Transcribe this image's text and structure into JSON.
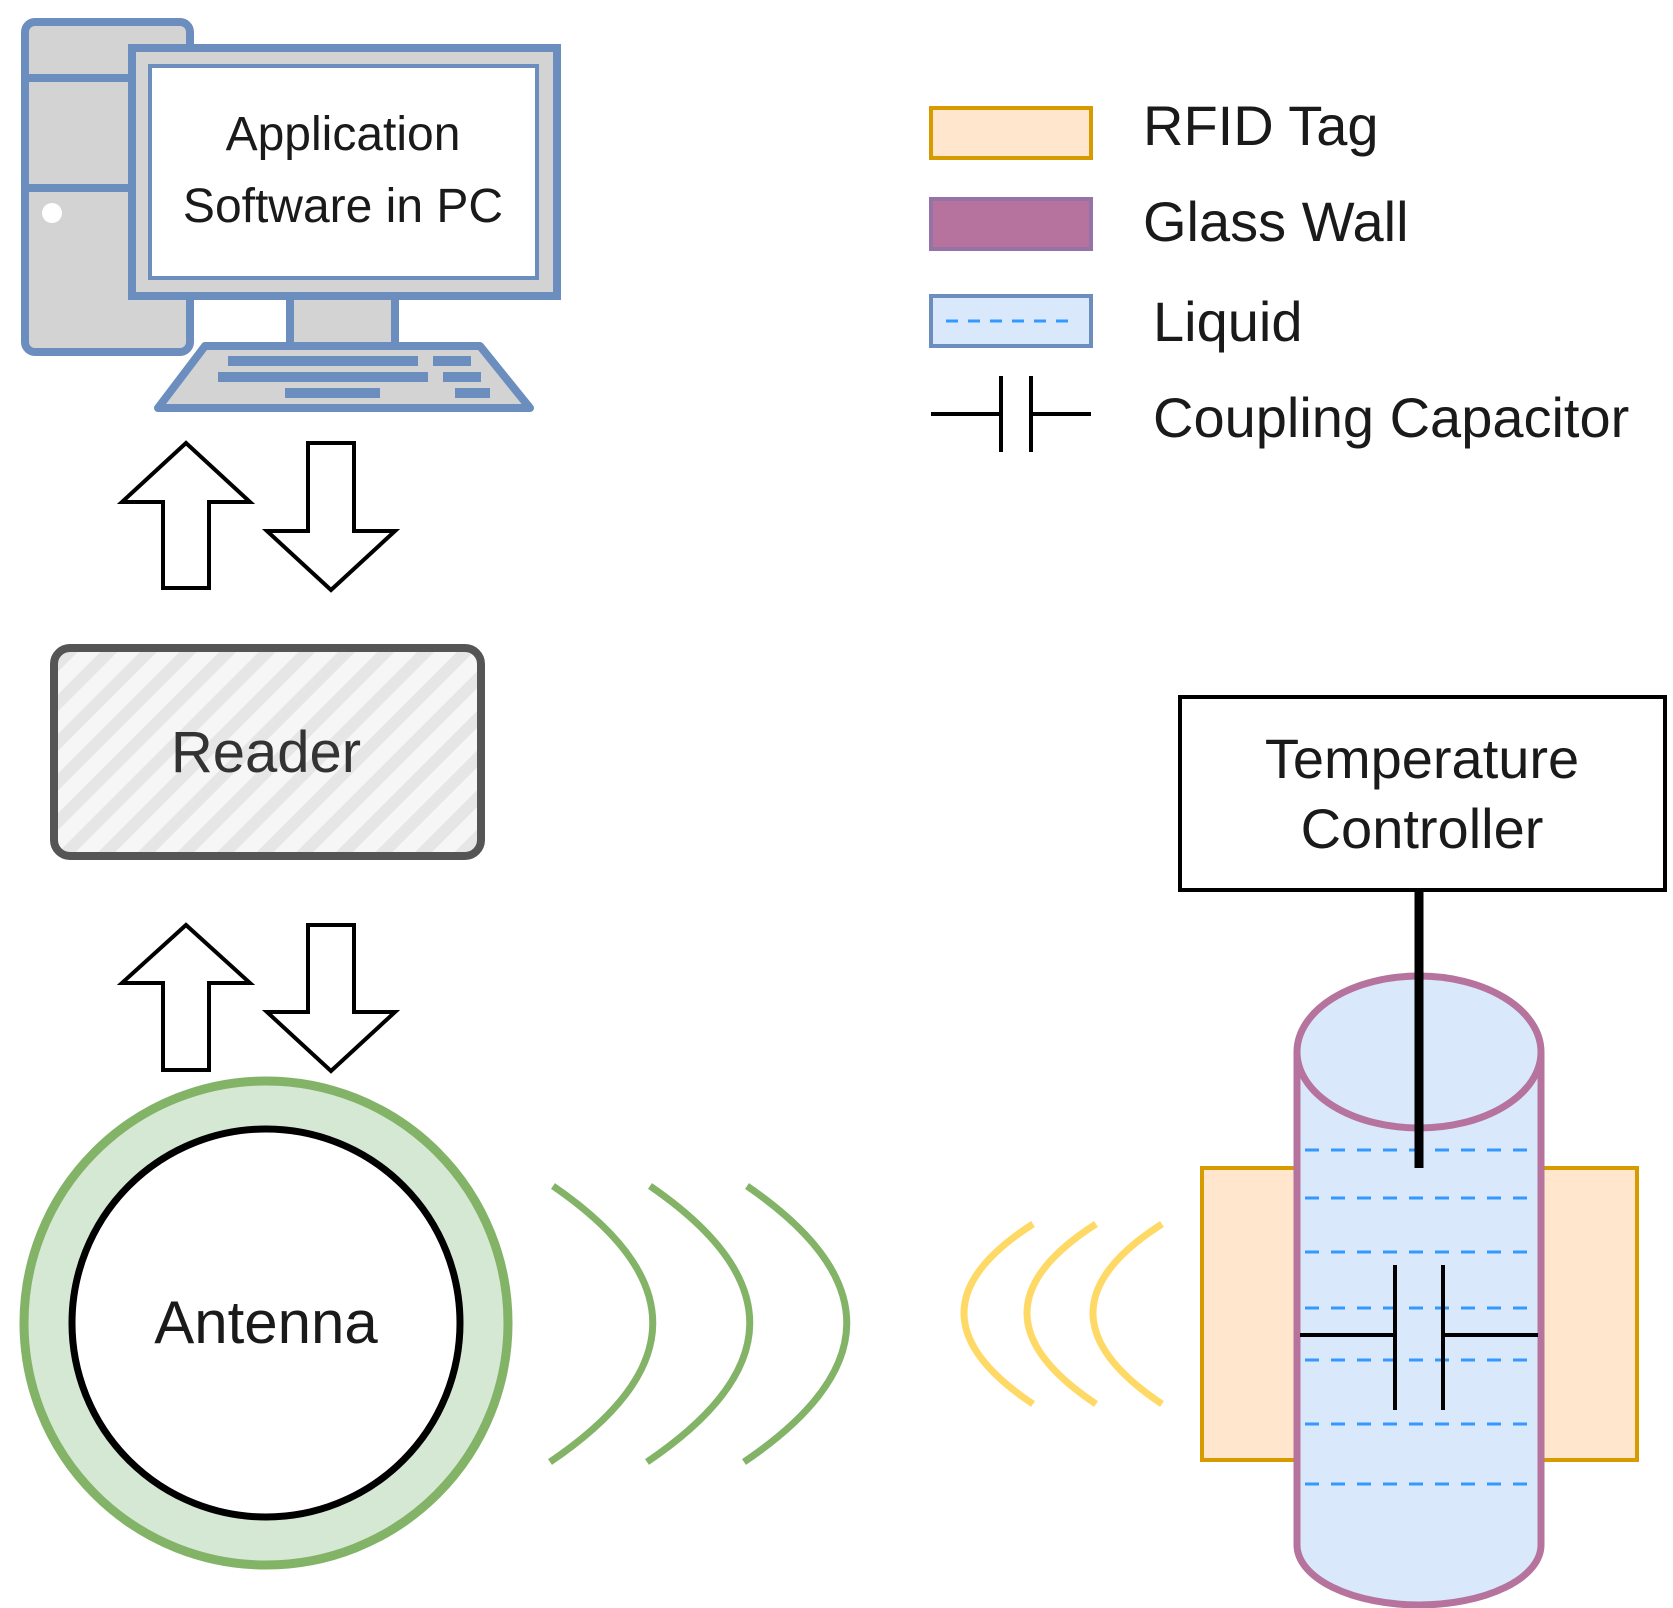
{
  "pc": {
    "label_line1": "Application",
    "label_line2": "Software in PC"
  },
  "reader": {
    "label": "Reader"
  },
  "antenna": {
    "label": "Antenna"
  },
  "temperature_controller": {
    "label_line1": "Temperature",
    "label_line2": "Controller"
  },
  "legend": {
    "rfid_tag": "RFID Tag",
    "glass_wall": "Glass Wall",
    "liquid": "Liquid",
    "coupling_capacitor": "Coupling Capacitor"
  },
  "colors": {
    "pc_frame": "#6c8ebf",
    "pc_fill": "#d3d3d3",
    "rfid_tag_fill": "#ffe6cc",
    "rfid_tag_stroke": "#d79b00",
    "glass_wall": "#b5739d",
    "liquid_fill": "#dae8fc",
    "liquid_dash": "#3399ff",
    "antenna_ring": "#82b366",
    "antenna_ring_fill": "#d5e8d4",
    "tag_waves": "#ffd966"
  }
}
